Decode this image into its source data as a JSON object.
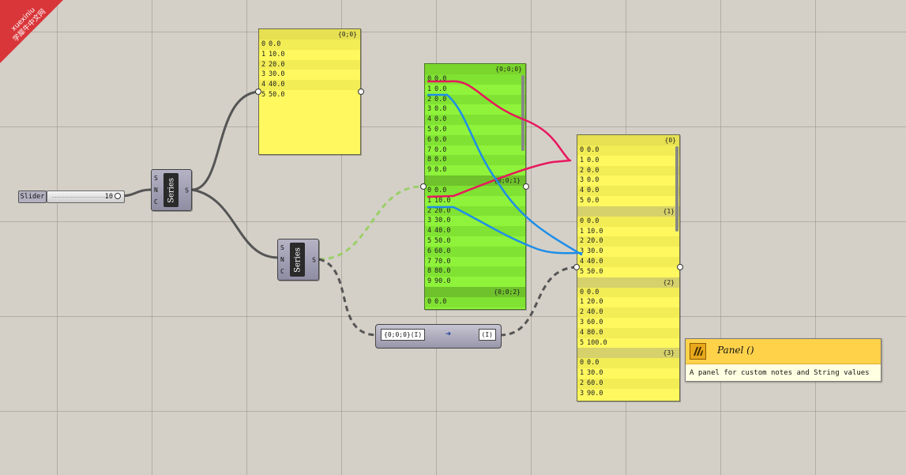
{
  "watermark": {
    "line1": "xuexiniu",
    "line2": "学犀牛中文网"
  },
  "slider": {
    "label": "Slider",
    "value": "10"
  },
  "series_top": {
    "title": "Series",
    "inputs": [
      "S",
      "N",
      "C"
    ],
    "output": "S"
  },
  "series_bottom": {
    "title": "Series",
    "inputs": [
      "S",
      "N",
      "C"
    ],
    "output": "S"
  },
  "relay": {
    "left": "{0;0;0}(I)",
    "right": "(I)"
  },
  "panel_top": {
    "path": "{0;0}",
    "rows": [
      [
        "0",
        "0.0"
      ],
      [
        "1",
        "10.0"
      ],
      [
        "2",
        "20.0"
      ],
      [
        "3",
        "30.0"
      ],
      [
        "4",
        "40.0"
      ],
      [
        "5",
        "50.0"
      ]
    ]
  },
  "panel_green": {
    "branches": [
      {
        "path": "{0;0;0}",
        "rows": [
          [
            "0",
            "0.0"
          ],
          [
            "1",
            "0.0"
          ],
          [
            "2",
            "0.0"
          ],
          [
            "3",
            "0.0"
          ],
          [
            "4",
            "0.0"
          ],
          [
            "5",
            "0.0"
          ],
          [
            "6",
            "0.0"
          ],
          [
            "7",
            "0.0"
          ],
          [
            "8",
            "0.0"
          ],
          [
            "9",
            "0.0"
          ]
        ]
      },
      {
        "path": "{0;0;1}",
        "rows": [
          [
            "0",
            "0.0"
          ],
          [
            "1",
            "10.0"
          ],
          [
            "2",
            "20.0"
          ],
          [
            "3",
            "30.0"
          ],
          [
            "4",
            "40.0"
          ],
          [
            "5",
            "50.0"
          ],
          [
            "6",
            "60.0"
          ],
          [
            "7",
            "70.0"
          ],
          [
            "8",
            "80.0"
          ],
          [
            "9",
            "90.0"
          ]
        ]
      },
      {
        "path": "{0;0;2}",
        "rows": [
          [
            "0",
            "0.0"
          ]
        ]
      }
    ]
  },
  "panel_right": {
    "branches": [
      {
        "path": "{0}",
        "rows": [
          [
            "0",
            "0.0"
          ],
          [
            "1",
            "0.0"
          ],
          [
            "2",
            "0.0"
          ],
          [
            "3",
            "0.0"
          ],
          [
            "4",
            "0.0"
          ],
          [
            "5",
            "0.0"
          ]
        ]
      },
      {
        "path": "{1}",
        "rows": [
          [
            "0",
            "0.0"
          ],
          [
            "1",
            "10.0"
          ],
          [
            "2",
            "20.0"
          ],
          [
            "3",
            "30.0"
          ],
          [
            "4",
            "40.0"
          ],
          [
            "5",
            "50.0"
          ]
        ]
      },
      {
        "path": "{2}",
        "rows": [
          [
            "0",
            "0.0"
          ],
          [
            "1",
            "20.0"
          ],
          [
            "2",
            "40.0"
          ],
          [
            "3",
            "60.0"
          ],
          [
            "4",
            "80.0"
          ],
          [
            "5",
            "100.0"
          ]
        ]
      },
      {
        "path": "{3}",
        "rows": [
          [
            "0",
            "0.0"
          ],
          [
            "1",
            "30.0"
          ],
          [
            "2",
            "60.0"
          ],
          [
            "3",
            "90.0"
          ]
        ]
      }
    ]
  },
  "tooltip": {
    "title": "Panel ()",
    "description": "A panel for custom notes and String values"
  },
  "colors": {
    "yellow_panel": "#fff85e",
    "green_panel": "#8ef33a",
    "ink_red": "#e8175d",
    "ink_blue": "#1e8ee8"
  }
}
